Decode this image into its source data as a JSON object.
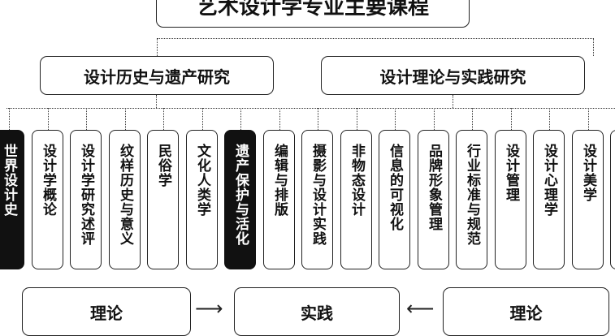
{
  "title": "艺术设计学专业主要课程",
  "categories": {
    "left": "设计历史与遗产研究",
    "right": "设计理论与实践研究"
  },
  "courses": [
    {
      "label": "世界设计史",
      "dark": true
    },
    {
      "label": "设计学概论",
      "dark": false
    },
    {
      "label": "设计学研究述评",
      "dark": false
    },
    {
      "label": "纹样历史与意义",
      "dark": false
    },
    {
      "label": "民俗学",
      "dark": false
    },
    {
      "label": "文化人类学",
      "dark": false
    },
    {
      "label": "遗产保护与活化",
      "dark": true
    },
    {
      "label": "编辑与排版",
      "dark": false
    },
    {
      "label": "摄影与设计实践",
      "dark": false
    },
    {
      "label": "非物态设计",
      "dark": false
    },
    {
      "label": "信息的可视化",
      "dark": false
    },
    {
      "label": "品牌形象管理",
      "dark": false
    },
    {
      "label": "行业标准与规范",
      "dark": false
    },
    {
      "label": "设计管理",
      "dark": false
    },
    {
      "label": "设计心理学",
      "dark": false
    },
    {
      "label": "设计美学",
      "dark": false
    },
    {
      "label": "",
      "dark": false
    }
  ],
  "bottom": {
    "left": "理论",
    "middle": "实践",
    "right": "理论",
    "arrow_left": "⟶",
    "arrow_right": "⟵"
  }
}
